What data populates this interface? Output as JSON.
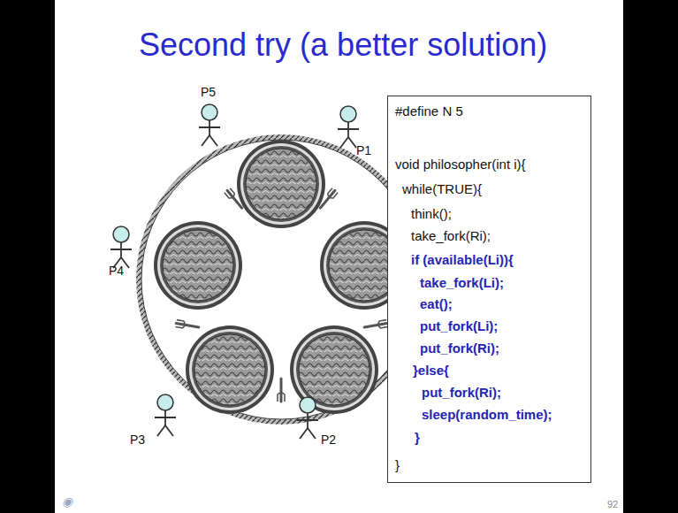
{
  "diagram": {
    "title": "Second try (a better solution)",
    "nodes": [
      {
        "text": [
          "#define N 5",
          "void philosopher(int i){",
          "while(TRUE){",
          "think();",
          "take_fork(Ri);",
          "if (available(Li)){",
          "take_fork(Li);",
          "eat();",
          "put_fork(Li);",
          "put_fork(Ri);",
          "}else{",
          "put_fork(Ri);",
          "sleep(random_time);",
          "}",
          "}"
        ]
      }
    ],
    "labels": [
      "P5",
      "P1",
      "P4",
      "P3",
      "P2",
      "92"
    ]
  }
}
